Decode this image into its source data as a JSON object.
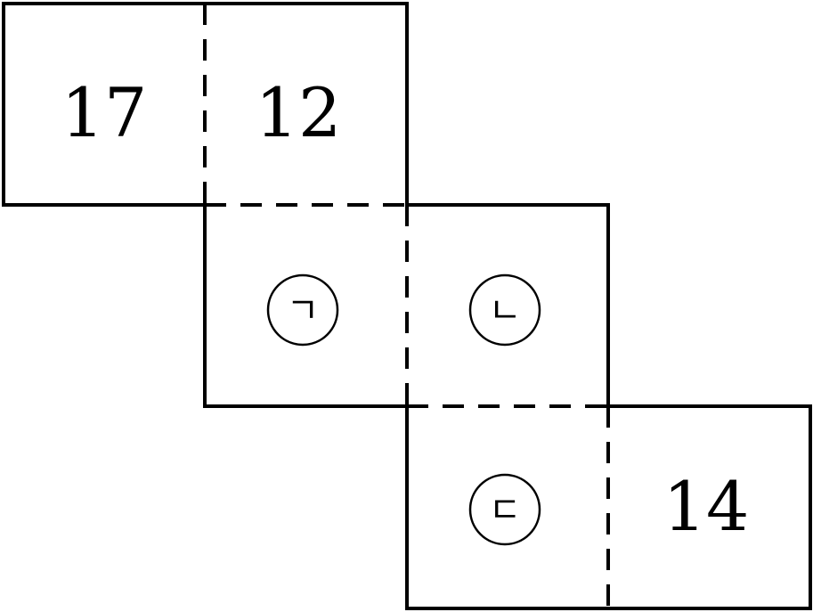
{
  "faces": [
    {
      "id": "top-left",
      "label": "17"
    },
    {
      "id": "top-right",
      "label": "12"
    },
    {
      "id": "middle-left",
      "label": "ㄱ"
    },
    {
      "id": "middle-right",
      "label": "ㄴ"
    },
    {
      "id": "bottom-left",
      "label": "ㄷ"
    },
    {
      "id": "bottom-right",
      "label": "14"
    }
  ]
}
